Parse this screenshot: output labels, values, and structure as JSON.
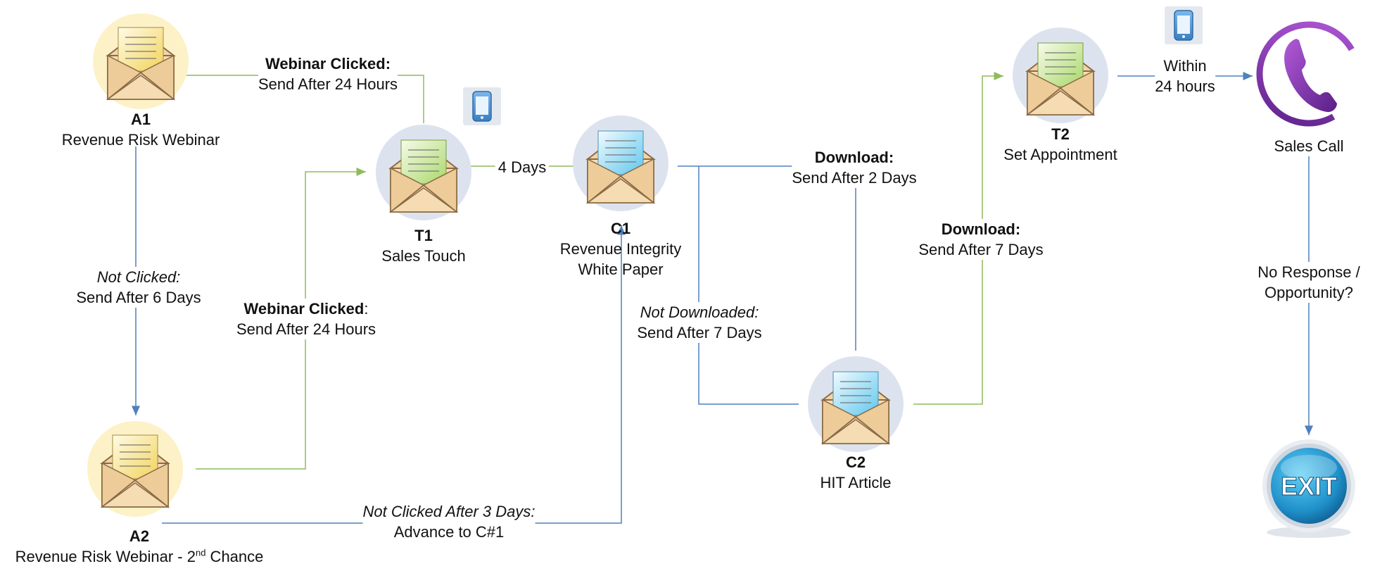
{
  "nodes": {
    "a1": {
      "id": "A1",
      "name": "Revenue Risk Webinar"
    },
    "a2": {
      "id": "A2",
      "name_main": "Revenue Risk Webinar - 2",
      "name_sup": "nd",
      "name_tail": " Chance"
    },
    "t1": {
      "id": "T1",
      "name": "Sales Touch"
    },
    "c1": {
      "id": "C1",
      "name_line1": "Revenue Integrity",
      "name_line2": "White Paper"
    },
    "c2": {
      "id": "C2",
      "name": "HIT Article"
    },
    "t2": {
      "id": "T2",
      "name": "Set Appointment"
    },
    "sales_call": {
      "name": "Sales Call"
    },
    "exit": {
      "label": "EXIT"
    }
  },
  "edges": {
    "a1_t1": {
      "condition": "Webinar Clicked:",
      "action": "Send After 24 Hours"
    },
    "a1_a2": {
      "condition": "Not Clicked:",
      "action": "Send After 6 Days"
    },
    "a2_t1": {
      "condition": "Webinar Clicked",
      "colon": ":",
      "action": "Send After 24 Hours"
    },
    "t1_c1": {
      "action": "4 Days"
    },
    "a2_c1": {
      "condition": "Not Clicked After 3 Days:",
      "action": "Advance to C#1"
    },
    "c1_c2_download": {
      "condition": "Download:",
      "action": "Send After 2 Days"
    },
    "c1_c2_not": {
      "condition": "Not Downloaded:",
      "action": "Send After 7 Days"
    },
    "c2_t2": {
      "condition": "Download:",
      "action": "Send After 7 Days"
    },
    "t2_call": {
      "line1": "Within",
      "line2": "24 hours"
    },
    "call_exit": {
      "line1": "No Response /",
      "line2": "Opportunity?"
    }
  },
  "colors": {
    "green_line": "#8fbc5a",
    "blue_line": "#4f81bd",
    "yellow_circle": "#fdf1c7",
    "blue_circle": "#dde3ee",
    "purple_phone": "#7b2fa0",
    "exit_blue": "#1f8fc9"
  }
}
